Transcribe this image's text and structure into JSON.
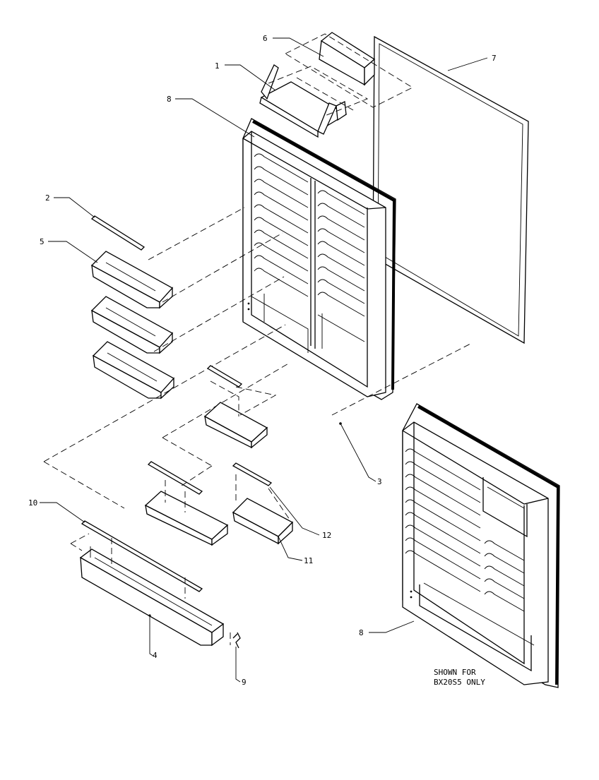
{
  "callouts": {
    "c1": "1",
    "c2": "2",
    "c3": "3",
    "c4": "4",
    "c5": "5",
    "c6": "6",
    "c7": "7",
    "c8_top": "8",
    "c8_bottom": "8",
    "c9": "9",
    "c10": "10",
    "c11": "11",
    "c12": "12"
  },
  "note": {
    "line1": "SHOWN FOR",
    "line2": "BX20S5 ONLY"
  }
}
